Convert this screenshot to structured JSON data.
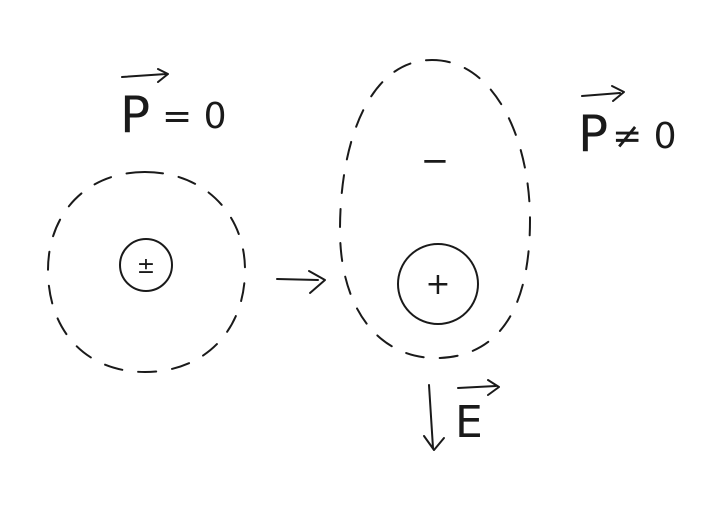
{
  "diagram": {
    "left_state": {
      "moment_symbol": "P",
      "relation": "= 0",
      "charge_label": "±"
    },
    "transition": {
      "arrow": "→"
    },
    "right_state": {
      "moment_symbol": "P",
      "relation": "≠ 0",
      "electron_cloud_charge": "−",
      "nucleus_label": "+"
    },
    "field": {
      "symbol": "E"
    }
  }
}
